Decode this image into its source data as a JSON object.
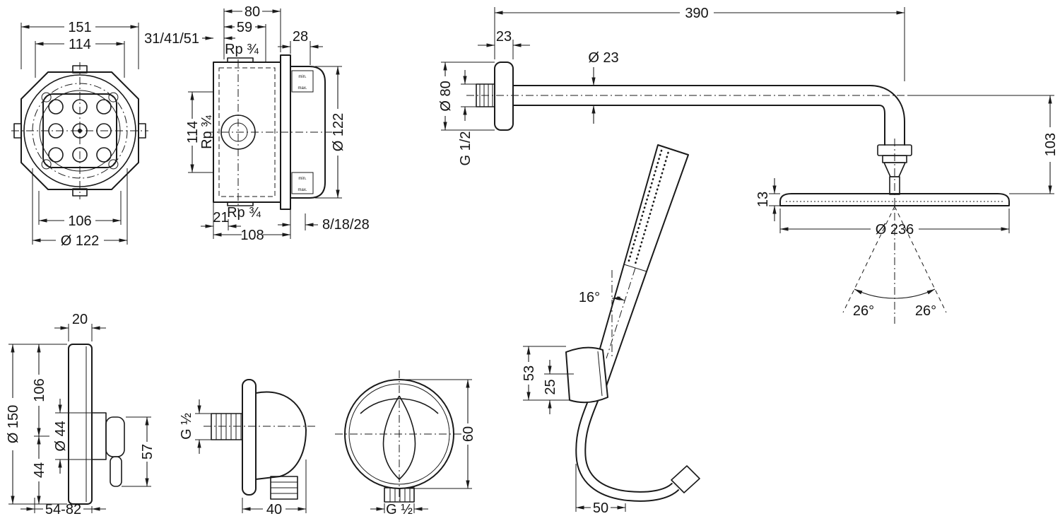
{
  "drawing": {
    "background": "#ffffff",
    "line_color": "#1a1a1a"
  },
  "labels": {
    "ibox_front": {
      "width_outer": "151",
      "width_inner": "114",
      "width_bottom": "106",
      "diameter": "Ø 122"
    },
    "ibox_side": {
      "depth": "80",
      "depth_inner": "59",
      "plaster_depth": "31/41/51",
      "front_depth": "28",
      "thread_top": "Rp ¾",
      "height": "114",
      "thread_side": "Rp ¾",
      "thread_bottom": "Rp ¾",
      "bottom_offset": "21",
      "body_depth": "108",
      "trim_range": "8/18/28",
      "escutcheon_dia": "Ø 122",
      "min": "min.",
      "max": "max."
    },
    "overhead": {
      "arm_length": "390",
      "flange_depth": "23",
      "arm_dia": "Ø 23",
      "flange_dia": "Ø 80",
      "thread": "G 1/2",
      "drop_height": "103",
      "head_thickness": "13",
      "head_dia": "Ø 236",
      "spray_angle_left": "26°",
      "spray_angle_right": "26°"
    },
    "handshower": {
      "tilt_angle": "16°",
      "holder_height": "53",
      "holder_depth": "25",
      "hose_width": "50"
    },
    "thermostat": {
      "plate_thickness": "20",
      "plate_dia": "Ø 150",
      "upper_height": "106",
      "lower_height": "44",
      "handle_dia": "Ø 44",
      "handle_length": "57",
      "install_depth": "54-82"
    },
    "outlet_side": {
      "thread": "G ½",
      "width": "40"
    },
    "outlet_front": {
      "height": "60",
      "thread": "G ½"
    }
  }
}
